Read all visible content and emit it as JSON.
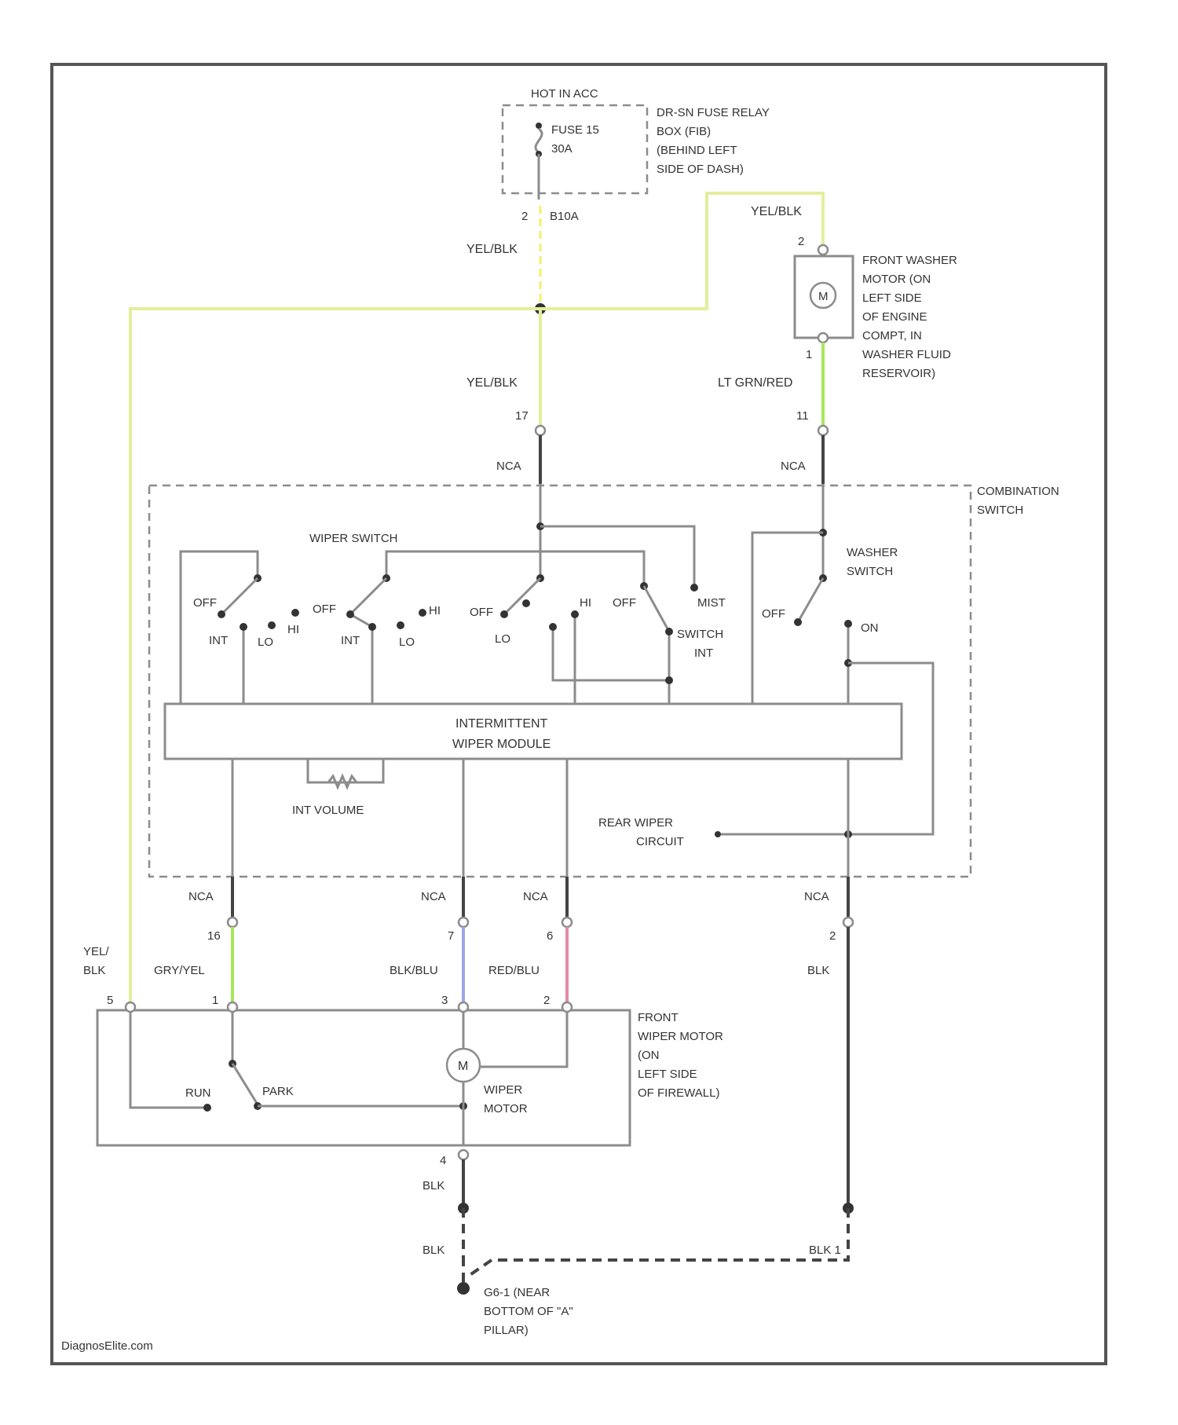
{
  "wire_colors": {
    "yellow_black": "#e4ee9c",
    "yellow": "#f4f06a",
    "light_green": "#a6e85a",
    "blue": "#9aa6e8",
    "red": "#e48aa8",
    "gray": "#8c8c8c",
    "dark": "#444444"
  },
  "power": {
    "source": "HOT IN ACC",
    "fuse_line1": "FUSE 15",
    "fuse_line2": "30A",
    "box_line1": "DR-SN FUSE RELAY",
    "box_line2": "BOX (FIB)",
    "box_line3": "(BEHIND LEFT",
    "box_line4": "SIDE OF DASH)",
    "pin": "2",
    "pin_label": "B10A"
  },
  "wires": {
    "yel_blk_a": "YEL/BLK",
    "yel_blk_b": "YEL/BLK",
    "yel_blk_c": "YEL/BLK",
    "lt_grn_red": "LT GRN/RED",
    "gry_yel": "GRY/YEL",
    "blk_blu": "BLK/BLU",
    "red_blu": "RED/BLU",
    "blk_a": "BLK",
    "blk_b": "BLK",
    "blk_c": "BLK",
    "blk_d": "BLK 1",
    "yel_l1": "YEL/",
    "yel_l2": "BLK"
  },
  "washer_motor": {
    "line1": "FRONT WASHER",
    "line2": "MOTOR (ON",
    "line3": "LEFT SIDE",
    "line4": "OF ENGINE",
    "line5": "COMPT, IN",
    "line6": "WASHER FLUID",
    "line7": "RESERVOIR)",
    "pin_top": "2",
    "pin_bottom": "1",
    "symbol": "M"
  },
  "connectors": {
    "c_upper_left": "17",
    "c_upper_right": "11",
    "c_lower_1": "16",
    "c_lower_2": "7",
    "c_lower_3": "6",
    "c_lower_4": "2",
    "nca_1": "NCA",
    "nca_2": "NCA",
    "nca_3": "NCA",
    "nca_4": "NCA",
    "nca_5": "NCA",
    "nca_6": "NCA"
  },
  "combination_switch": {
    "line1": "COMBINATION",
    "line2": "SWITCH",
    "wiper_switch": "WIPER SWITCH",
    "washer_line1": "WASHER",
    "washer_line2": "SWITCH",
    "off_1": "OFF",
    "off_2": "OFF",
    "off_3": "OFF",
    "off_4": "OFF",
    "int_1": "INT",
    "int_2": "INT",
    "lo_1": "LO",
    "lo_2": "LO",
    "lo_3": "LO",
    "hi_1": "HI",
    "hi_2": "HI",
    "hi_3": "HI",
    "mist": "MIST",
    "on": "ON",
    "switch_int_1": "SWITCH",
    "switch_int_2": "INT"
  },
  "module": {
    "line1": "INTERMITTENT",
    "line2": "WIPER MODULE",
    "int_volume": "INT VOLUME",
    "rear_line1": "REAR WIPER",
    "rear_line2": "CIRCUIT"
  },
  "front_motor": {
    "pin_5": "5",
    "pin_1": "1",
    "pin_3": "3",
    "pin_2": "2",
    "pin_4": "4",
    "run": "RUN",
    "park": "PARK",
    "symbol": "M",
    "wiper_motor_1": "WIPER",
    "wiper_motor_2": "MOTOR",
    "line1": "FRONT",
    "line2": "WIPER MOTOR",
    "line3": "(ON",
    "line4": "LEFT SIDE",
    "line5": "OF FIREWALL)"
  },
  "ground": {
    "line1": "G6-1 (NEAR",
    "line2": "BOTTOM OF \"A\"",
    "line3": "PILLAR)"
  },
  "watermark": "DiagnosElite.com"
}
